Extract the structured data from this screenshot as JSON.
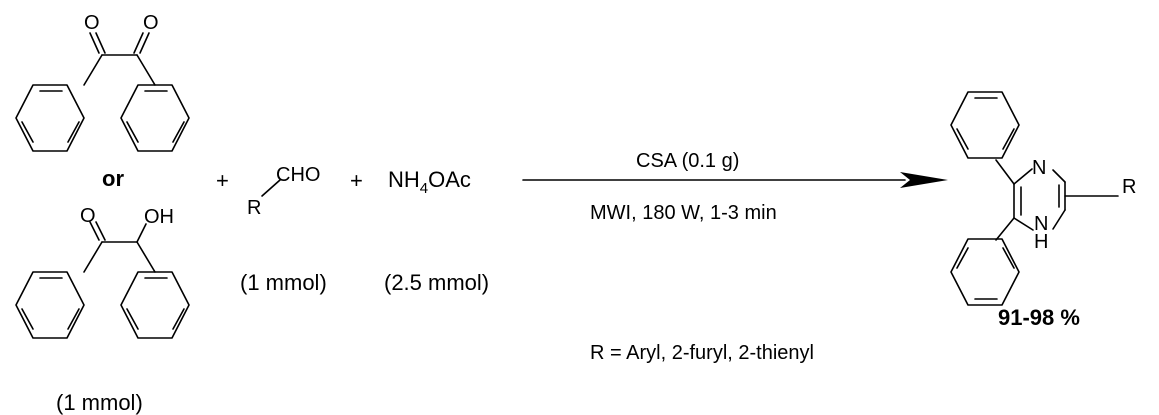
{
  "reactants": {
    "benzil": {
      "o1": "O",
      "o2": "O"
    },
    "or_label": "or",
    "benzoin": {
      "o": "O",
      "oh": "OH"
    },
    "diketone_amount": "(1 mmol)",
    "plus_1": "+",
    "aldehyde": {
      "r": "R",
      "cho": "CHO",
      "amount": "(1 mmol)"
    },
    "plus_2": "+",
    "ammonium_acetate": {
      "nh": "NH",
      "sub": "4",
      "oac": "OAc",
      "amount": "(2.5 mmol)"
    }
  },
  "conditions": {
    "catalyst": "CSA (0.1 g)",
    "energy": "MWI, 180 W, 1-3 min"
  },
  "product": {
    "n_label": "N",
    "nh_n": "N",
    "nh_h": "H",
    "r_label": "R",
    "yield": "91-98 %"
  },
  "substituent_note": "R = Aryl, 2-furyl, 2-thienyl"
}
